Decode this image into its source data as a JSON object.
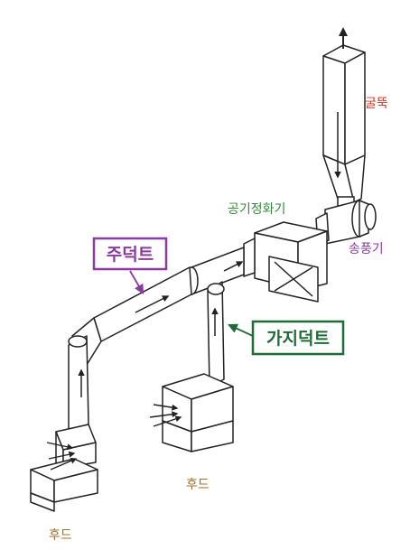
{
  "labels": {
    "chimney": "굴뚝",
    "air_cleaner": "공기정화기",
    "blower": "송풍기",
    "main_duct": "주덕트",
    "branch_duct": "가지덕트",
    "hood_branch": "후드",
    "hood_main": "후드"
  },
  "colors": {
    "chimney": "#d23a2a",
    "air_cleaner": "#2e8b3a",
    "blower": "#8a3aa0",
    "main_duct": "#8a3aa0",
    "branch_duct": "#1f6b35",
    "hood": "#a07028",
    "line": "#222222"
  }
}
